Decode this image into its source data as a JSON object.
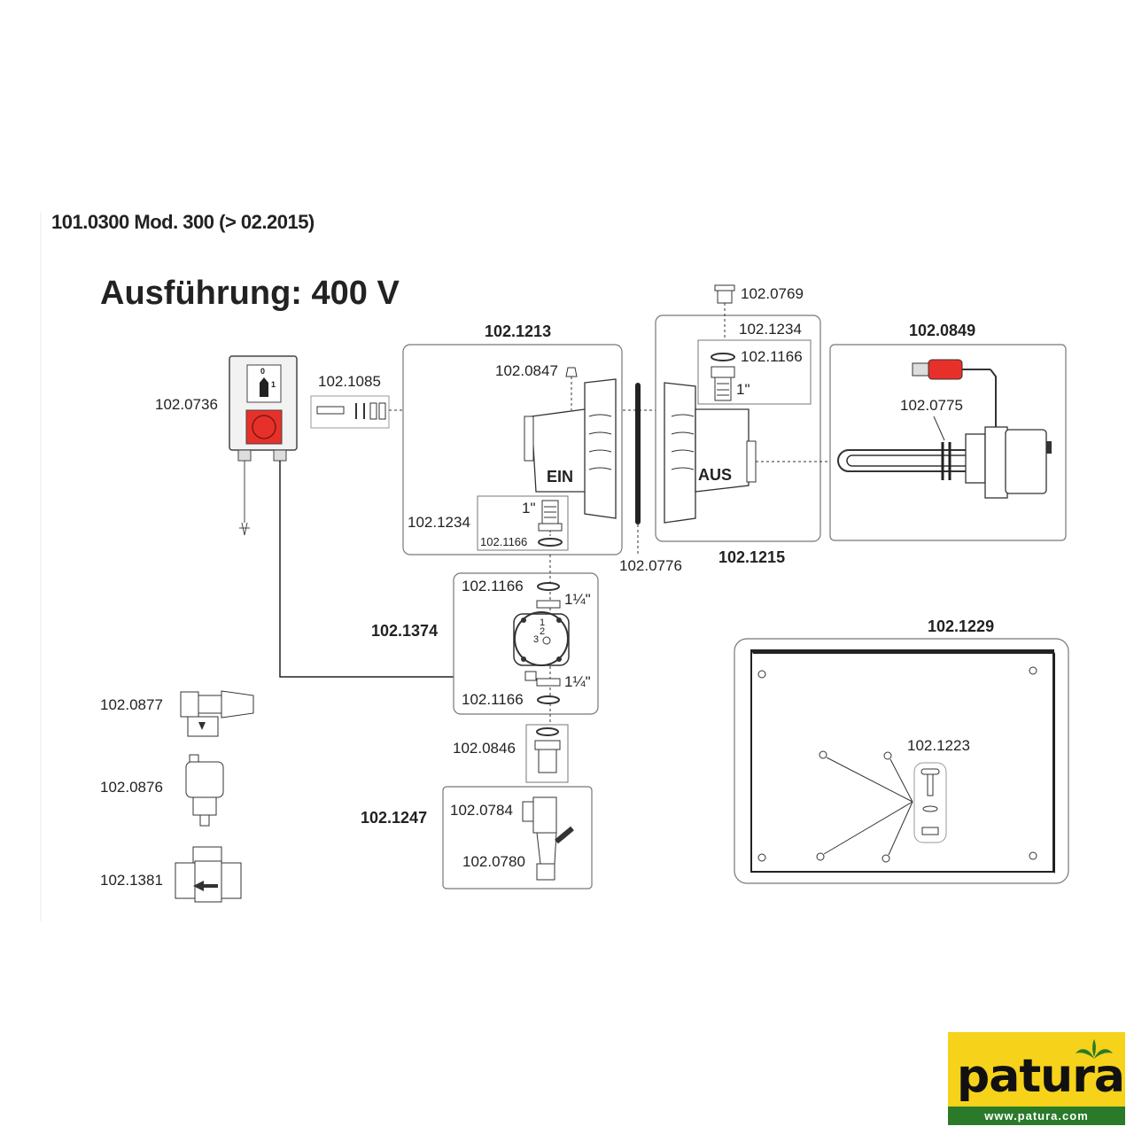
{
  "header": "101.0300 Mod. 300 (> 02.2015)",
  "title": "Ausführung: 400 V",
  "labels": {
    "switchbox": "102.0736",
    "bolt_set": "102.1085",
    "front_tank_group": "102.1213",
    "vent_valve": "102.0847",
    "ein": "EIN",
    "front_nipple_group": "102.1234",
    "front_gasket": "102.1166",
    "front_thread": "1\"",
    "seal_ring": "102.0776",
    "rear_tank_group": "102.1215",
    "aus": "AUS",
    "rear_cap": "102.0769",
    "rear_nipple_group": "102.1234",
    "rear_gasket": "102.1166",
    "rear_thread": "1\"",
    "heater_group": "102.0849",
    "heater_cable": "102.0775",
    "pump_group": "102.1374",
    "pump_gasket_top": "102.1166",
    "pump_gasket_bottom": "102.1166",
    "pump_thread_top": "1¼\"",
    "pump_thread_bottom": "1¼\"",
    "pump_speed_1": "1",
    "pump_speed_2": "2",
    "pump_speed_3": "3",
    "connector": "102.0846",
    "valve_group": "102.1247",
    "t_piece": "102.0784",
    "drain_valve": "102.0780",
    "safety_valve": "102.0877",
    "air_vent": "102.0876",
    "check_valve": "102.1381",
    "cover_group": "102.1229",
    "cover_screw": "102.1223",
    "switch_pos_0": "0",
    "switch_pos_1": "1"
  },
  "logo": {
    "word": "patura",
    "url": "www.patura.com"
  },
  "colors": {
    "accent_red": "#e8302a",
    "logo_yellow": "#f6d21a",
    "logo_green": "#2a7a2a"
  }
}
